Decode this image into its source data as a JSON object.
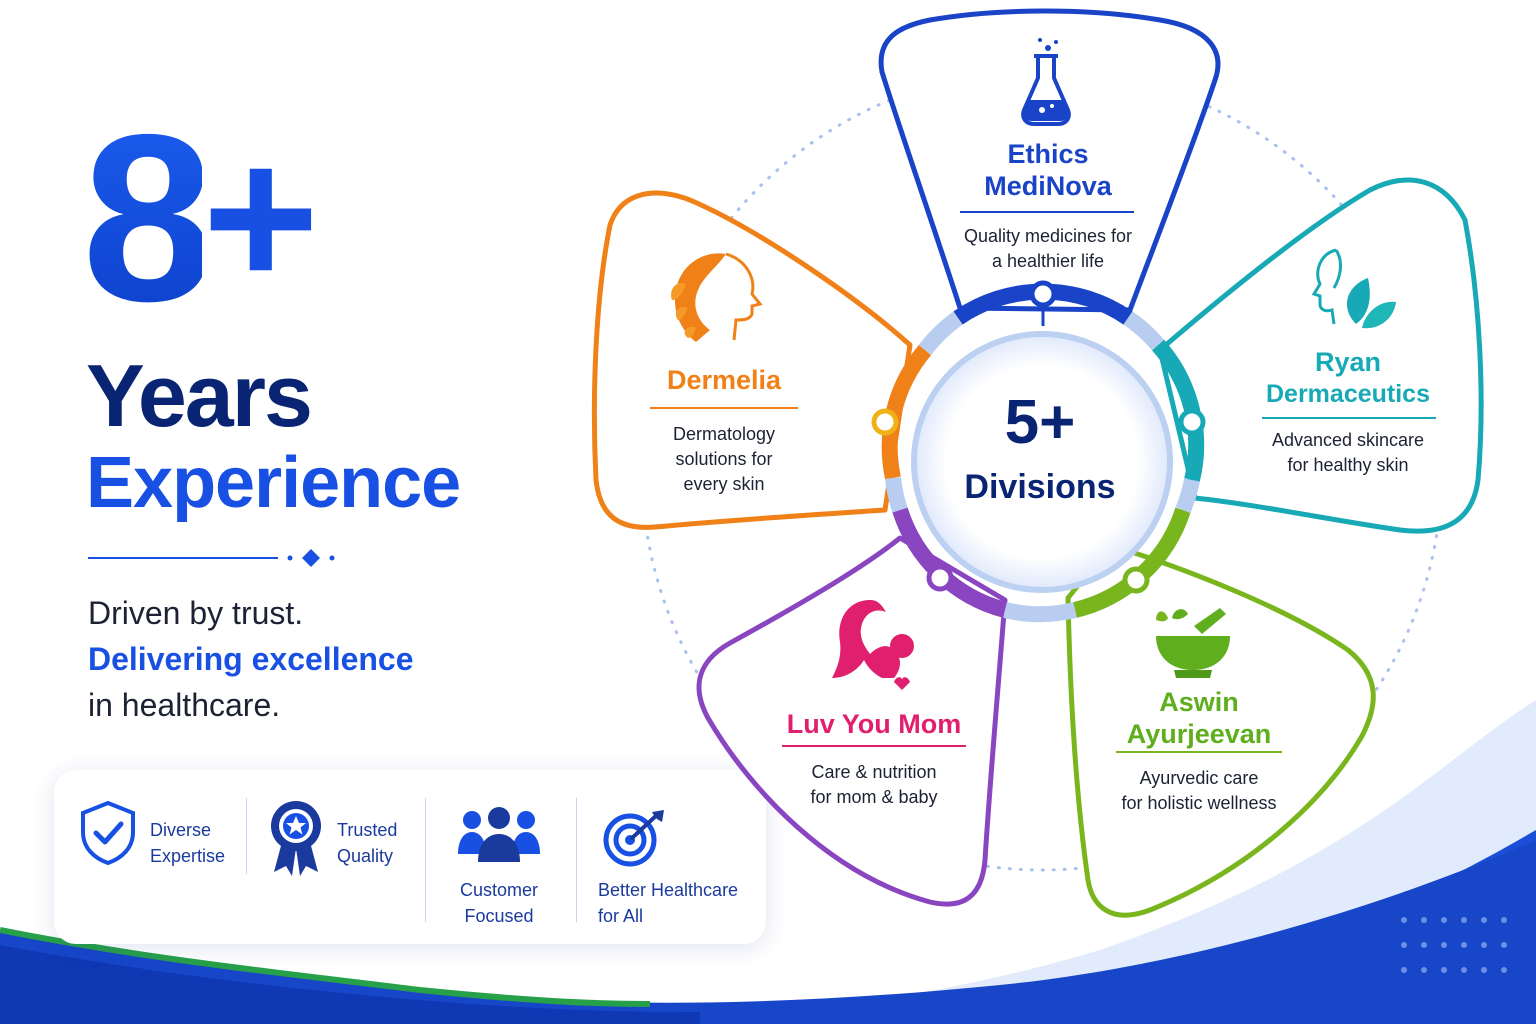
{
  "headline": {
    "number": "8",
    "plus": "+",
    "line1": "Years",
    "line2": "Experience"
  },
  "tagline": {
    "line1": "Driven by trust.",
    "line2": "Delivering excellence",
    "line3": "in healthcare."
  },
  "features": [
    {
      "icon": "shield-check-icon",
      "line1": "Diverse",
      "line2": "Expertise"
    },
    {
      "icon": "award-ribbon-icon",
      "line1": "Trusted",
      "line2": "Quality"
    },
    {
      "icon": "people-group-icon",
      "line1": "Customer",
      "line2": "Focused"
    },
    {
      "icon": "target-arrow-icon",
      "line1": "Better Healthcare",
      "line2": "for All"
    }
  ],
  "hub": {
    "number": "5+",
    "label": "Divisions"
  },
  "divisions": [
    {
      "id": "ethics",
      "icon": "flask-icon",
      "name1": "Ethics",
      "name2": "MediNova",
      "desc1": "Quality medicines for",
      "desc2": "a healthier life",
      "color": "#1a44c8"
    },
    {
      "id": "ryan",
      "icon": "face-leaf-icon",
      "name1": "Ryan",
      "name2": "Dermaceutics",
      "desc1": "Advanced skincare",
      "desc2": "for healthy skin",
      "color": "#17a9b5"
    },
    {
      "id": "aswin",
      "icon": "mortar-pestle-icon",
      "name1": "Aswin",
      "name2": "Ayurjeevan",
      "desc1": "Ayurvedic care",
      "desc2": "for holistic wellness",
      "color": "#5fae1e"
    },
    {
      "id": "luv",
      "icon": "mother-baby-icon",
      "name1": "Luv You Mom",
      "name2": "",
      "desc1": "Care & nutrition",
      "desc2": "for mom & baby",
      "color": "#e0206f"
    },
    {
      "id": "dermelia",
      "icon": "woman-face-icon",
      "name1": "Dermelia",
      "name2": "",
      "desc1": "Dermatology",
      "desc2": "solutions for",
      "desc3": "every skin",
      "color": "#f08018"
    }
  ],
  "colors": {
    "primary": "#1750e3",
    "navy": "#0a2474",
    "ethics": "#1a44c8",
    "ryan": "#17a9b5",
    "aswin": "#5fae1e",
    "luv": "#8a45c0",
    "luv_text": "#e0206f",
    "dermelia": "#f08018"
  }
}
